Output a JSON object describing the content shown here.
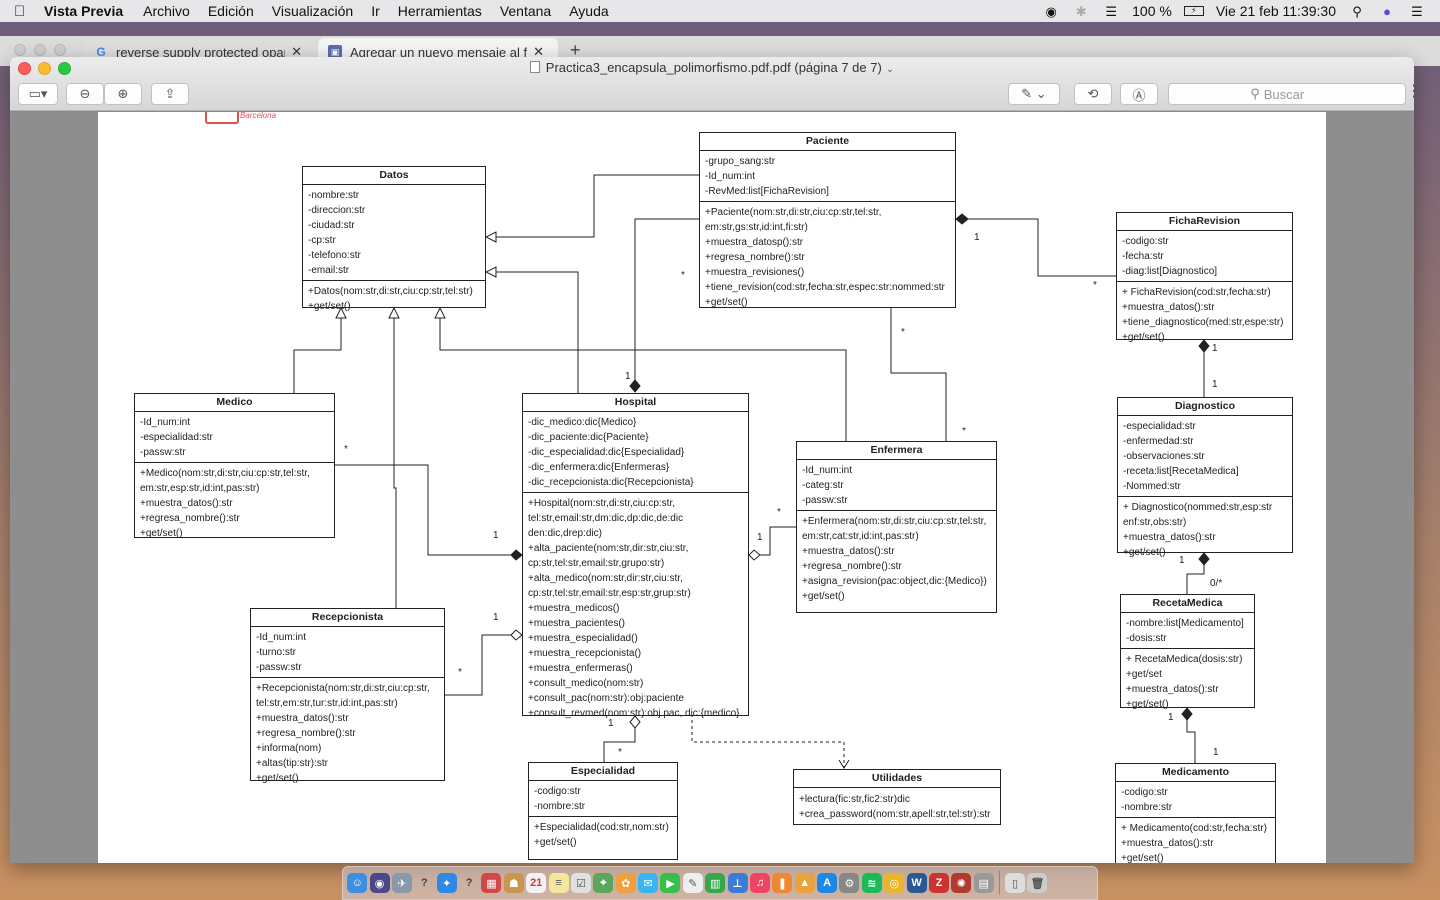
{
  "menubar": {
    "app": "Vista Previa",
    "items": [
      "Archivo",
      "Edición",
      "Visualización",
      "Ir",
      "Herramientas",
      "Ventana",
      "Ayuda"
    ],
    "battery": "100 %",
    "clock": "Vie 21 feb  11:39:30"
  },
  "browser": {
    "tabs": [
      {
        "label": "reverse supply protected opam"
      },
      {
        "label": "Agregar un nuevo mensaje al fo"
      }
    ]
  },
  "window": {
    "title": "Practica3_encapsula_polimorfismo.pdf.pdf (página 7 de 7)",
    "search_placeholder": "Buscar"
  },
  "page": {
    "logo_text": "Barcelona"
  },
  "uml": {
    "Datos": {
      "name": "Datos",
      "attrs": [
        "-nombre:str",
        "-direccion:str",
        "-ciudad:str",
        "-cp:str",
        "-telefono:str",
        "-email:str"
      ],
      "meths": [
        "+Datos(nom:str,di:str,ciu:cp:str,tel:str)",
        "+get/set()"
      ]
    },
    "Paciente": {
      "name": "Paciente",
      "attrs": [
        "-grupo_sang:str",
        "-Id_num:int",
        "-RevMed:list[FichaRevision]"
      ],
      "meths": [
        "+Paciente(nom:str,di:str,ciu:cp:str,tel:str,",
        "em:str,gs:str,id:int,fi:str)",
        "+muestra_datosp():str",
        "+regresa_nombre():str",
        "+muestra_revisiones()",
        "+tiene_revision(cod:str,fecha:str,espec:str:nommed:str",
        "+get/set()"
      ]
    },
    "FichaRevision": {
      "name": "FichaRevision",
      "attrs": [
        "-codigo:str",
        "-fecha:str",
        "-diag:list[Diagnostico]"
      ],
      "meths": [
        "+ FichaRevision(cod:str,fecha:str)",
        "+muestra_datos():str",
        "+tiene_diagnostico(med:str,espe:str)",
        "+get/set()"
      ]
    },
    "Medico": {
      "name": "Medico",
      "attrs": [
        "-Id_num:int",
        "-especialidad:str",
        "-passw:str"
      ],
      "meths": [
        "+Medico(nom:str,di:str,ciu:cp:str,tel:str,",
        "em:str,esp:str,id:int,pas:str)",
        "+muestra_datos():str",
        "+regresa_nombre():str",
        "+get/set()"
      ]
    },
    "Hospital": {
      "name": "Hospital",
      "attrs": [
        "-dic_medico:dic{Medico}",
        "-dic_paciente:dic{Paciente}",
        "-dic_especialidad:dic{Especialidad}",
        "-dic_enfermera:dic{Enfermeras}",
        "-dic_recepcionista:dic{Recepcionista}"
      ],
      "meths": [
        "+Hospital(nom:str,di:str,ciu:cp:str,",
        "tel:str,email:str,dm:dic,dp:dic,de:dic",
        "den:dic,drep:dic)",
        "+alta_paciente(nom:str,dir:str,ciu:str,",
        "cp:str,tel:str,email:str,grupo:str)",
        "+alta_medico(nom:str,dir:str,ciu:str,",
        "cp:str,tel:str,email:str,esp:str,grup:str)",
        "+muestra_medicos()",
        "+muestra_pacientes()",
        "+muestra_especialidad()",
        "+muestra_recepcionista()",
        "+muestra_enfermeras()",
        "+consult_medico(nom:str)",
        "+consult_pac(nom:str):obj:paciente",
        "+consult_revmed(nom:str):obj pac, dic:{medico}"
      ]
    },
    "Enfermera": {
      "name": "Enfermera",
      "attrs": [
        "-Id_num:int",
        "-categ:str",
        "-passw:str"
      ],
      "meths": [
        "+Enfermera(nom:str,di:str,ciu:cp:str,tel:str,",
        "em:str,cat:str,id:int,pas:str)",
        "+muestra_datos():str",
        "+regresa_nombre():str",
        "+asigna_revision(pac:object,dic:{Medico})",
        "+get/set()"
      ]
    },
    "Diagnostico": {
      "name": "Diagnostico",
      "attrs": [
        "-especialidad:str",
        "-enfermedad:str",
        "-observaciones:str",
        "-receta:list[RecetaMedica]",
        "-Nommed:str"
      ],
      "meths": [
        "+ Diagnostico(nommed:str,esp:str",
        "enf:str,obs:str)",
        "+muestra_datos():str",
        "+get/set()"
      ]
    },
    "Recepcionista": {
      "name": "Recepcionista",
      "attrs": [
        "-Id_num:int",
        "-turno:str",
        "-passw:str"
      ],
      "meths": [
        "+Recepcionista(nom:str,di:str,ciu:cp:str,",
        "tel:str,em:str,tur:str,id:int,pas:str)",
        "+muestra_datos():str",
        "+regresa_nombre():str",
        "+informa(nom)",
        "+altas(tip:str):str",
        "+get/set()"
      ]
    },
    "RecetaMedica": {
      "name": "RecetaMedica",
      "attrs": [
        "-nombre:list[Medicamento]",
        "-dosis:str"
      ],
      "meths": [
        "+ RecetaMedica(dosis:str)",
        "+get/set",
        "+muestra_datos():str",
        "+get/set()"
      ]
    },
    "Especialidad": {
      "name": "Especialidad",
      "attrs": [
        "-codigo:str",
        "-nombre:str"
      ],
      "meths": [
        "+Especialidad(cod:str,nom:str)",
        "+get/set()"
      ]
    },
    "Utilidades": {
      "name": "Utilidades",
      "attrs": [],
      "meths": [
        "+lectura(fic:str,fic2:str)dic",
        "+crea_password(nom:str,apell:str,tel:str):str"
      ]
    },
    "Medicamento": {
      "name": "Medicamento",
      "attrs": [
        "-codigo:str",
        "-nombre:str"
      ],
      "meths": [
        "+ Medicamento(cod:str,fecha:str)",
        "+muestra_datos():str",
        "+get/set()"
      ]
    }
  },
  "multiplicities": {
    "m1": "1",
    "m2": "*",
    "m3": "*",
    "m4": "1",
    "m5": "*",
    "m6": "1",
    "m7": "*",
    "m8": "1",
    "m9": "1",
    "m10": "*",
    "m11": "1",
    "m12": "1",
    "m13": "*",
    "m14": "1",
    "m15": "*",
    "m16": "1",
    "m17": "0/*",
    "m18": "1",
    "m19": "1",
    "m20": "*",
    "m21": "*"
  },
  "colors": {
    "uml_line": "#222222",
    "window_red": "#fc5f57",
    "window_yellow": "#fdbc2e",
    "window_green": "#28c840"
  }
}
